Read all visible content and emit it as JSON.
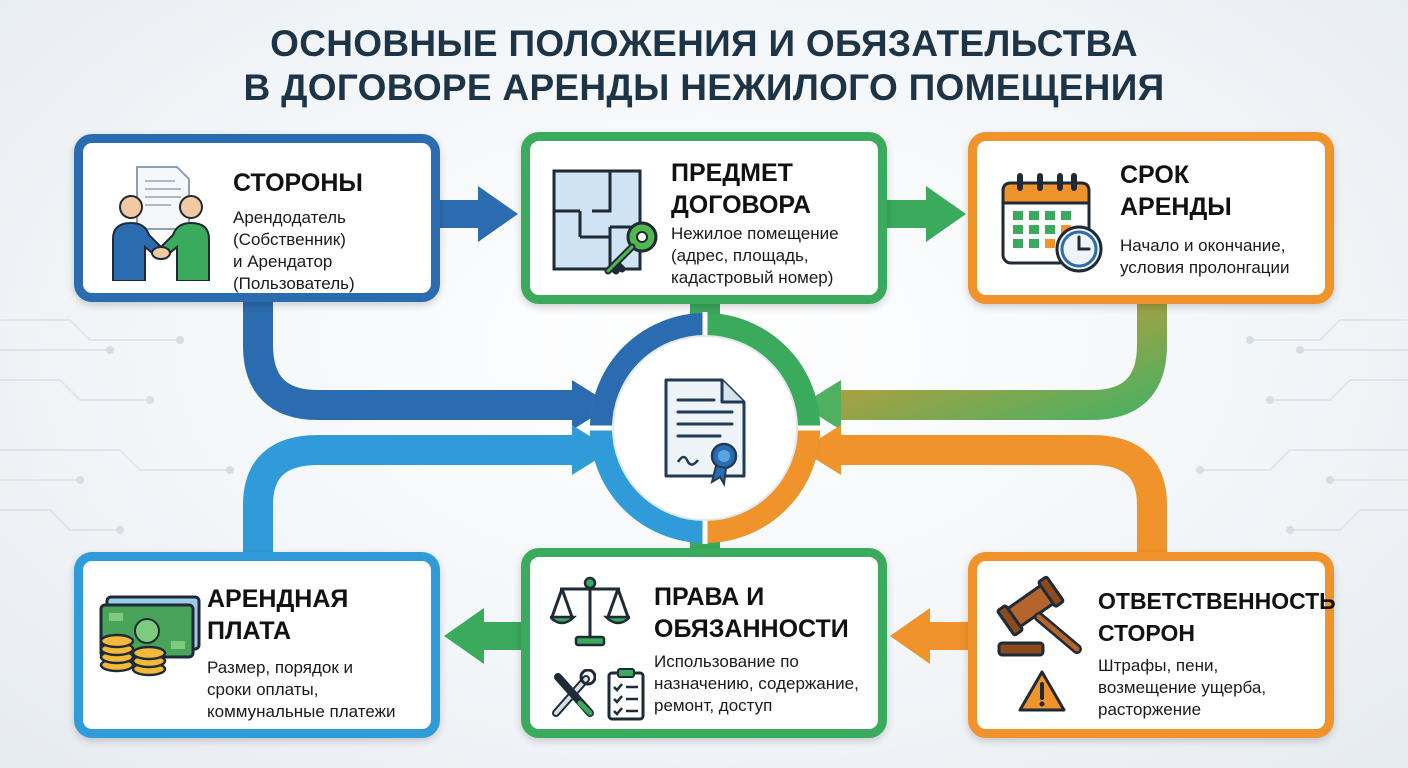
{
  "title": {
    "line1": "ОСНОВНЫЕ ПОЛОЖЕНИЯ И ОБЯЗАТЕЛЬСТВА",
    "line2": "В ДОГОВОРЕ АРЕНДЫ НЕЖИЛОГО ПОМЕЩЕНИЯ"
  },
  "cards": {
    "parties": {
      "heading": "СТОРОНЫ",
      "text": "Арендодатель\n(Собственник)\nи Арендатор\n(Пользователь)",
      "color": "#2b6cb0",
      "icon": "handshake-icon"
    },
    "subject": {
      "heading": "ПРЕДМЕТ\nДОГОВОРА",
      "text": "Нежилое помещение\n(адрес, площадь,\nкадастровый номер)",
      "color": "#3aaa5c",
      "icon": "floor-plan-key-icon"
    },
    "term": {
      "heading": "СРОК\nАРЕНДЫ",
      "text": "Начало и окончание,\nусловия пролонгации",
      "color": "#f0932b",
      "icon": "calendar-clock-icon"
    },
    "rent": {
      "heading": "АРЕНДНАЯ\nПЛАТА",
      "text": "Размер, порядок и\nсроки оплаты,\nкоммунальные платежи",
      "color": "#2f9bd8",
      "icon": "money-coins-icon"
    },
    "rights": {
      "heading": "ПРАВА И\nОБЯЗАННОСТИ",
      "text": "Использование по\nназначению, содержание,\nремонт, доступ",
      "color": "#3aaa5c",
      "icon": "scales-tools-icon"
    },
    "liability": {
      "heading": "ОТВЕТСТВЕННОСТЬ\nСТОРОН",
      "text": "Штрафы, пени,\nвозмещение ущерба,\nрасторжение",
      "color": "#f0932b",
      "icon": "gavel-warning-icon"
    }
  },
  "center": {
    "icon": "contract-document-icon"
  }
}
